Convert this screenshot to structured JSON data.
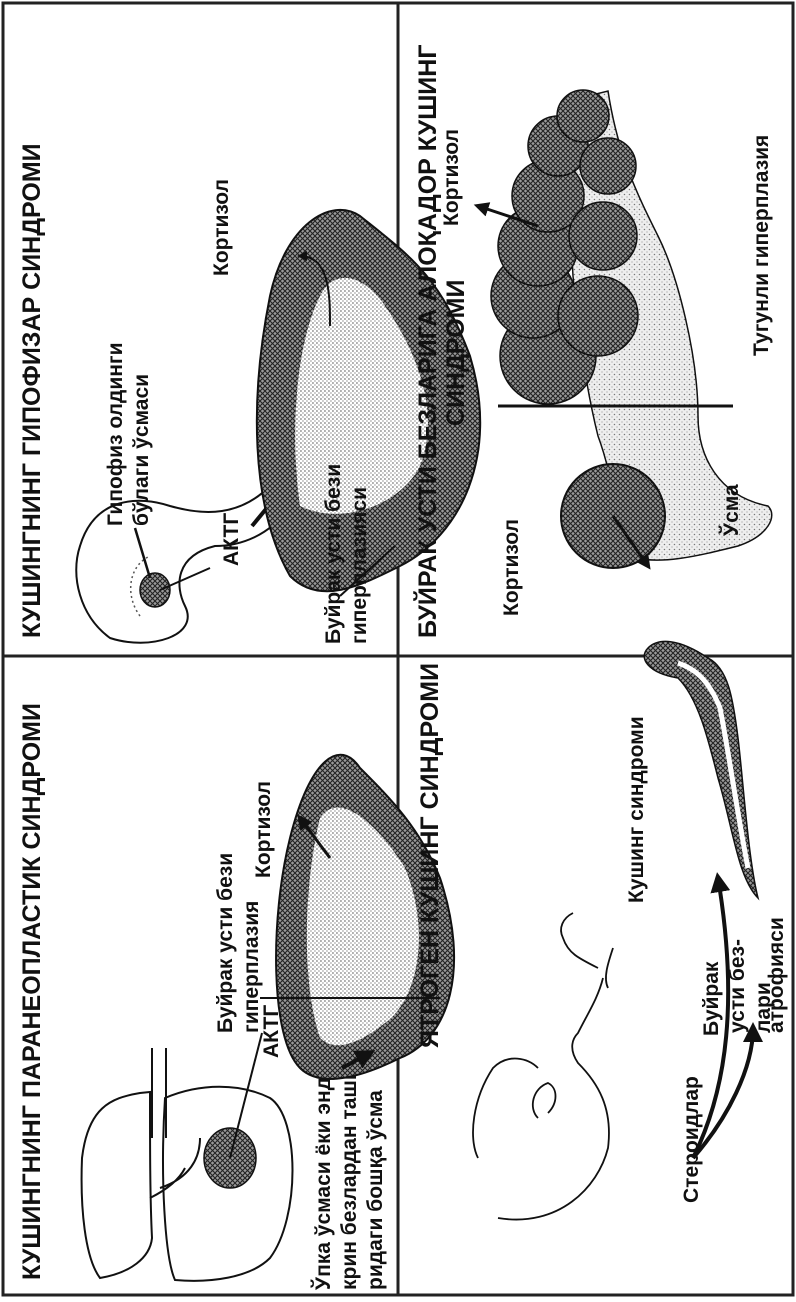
{
  "panels": {
    "pituitary": {
      "title": "КУШИНГНИНГ ГИПОФИЗАР СИНДРОМИ",
      "tumor_label_1": "Гипофиз олдинги",
      "tumor_label_2": "бўлаги ўсмаси",
      "acth": "АКТГ",
      "cortisol": "Кортизол",
      "hyperplasia_1": "Буйрак усти бези",
      "hyperplasia_2": "гиперплазияси"
    },
    "adrenal": {
      "title_1": "БУЙРАК УСТИ БЕЗЛАРИГА АЛОҚАДОР КУШИНГ",
      "title_2": "СИНДРОМИ",
      "cortisol_right": "Кортизол",
      "cortisol_left": "Кортизол",
      "tumor": "Ўсма",
      "nodular": "Тугунли гиперплазия"
    },
    "paraneoplastic": {
      "title": "КУШИНГНИНГ ПАРАНЕОПЛАСТИК СИНДРОМИ",
      "lung_1": "Ўпка ўсмаси ёки эндо-",
      "lung_2": "крин безлардан ташқа-",
      "lung_3": "ридаги бошқа ўсма",
      "acth": "АКТГ",
      "hyperplasia_1": "Буйрак усти бези",
      "hyperplasia_2": "гиперплазия",
      "cortisol": "Кортизол"
    },
    "iatrogenic": {
      "title": "ЯТРОГЕН КУШИНГ СИНДРОМИ",
      "cushing": "Кушинг синдроми",
      "steroids": "Стероидлар",
      "atrophy_1": "Буйрак",
      "atrophy_2": "усти без-",
      "atrophy_3": "лари",
      "atrophy_4": "атрофияси"
    }
  }
}
